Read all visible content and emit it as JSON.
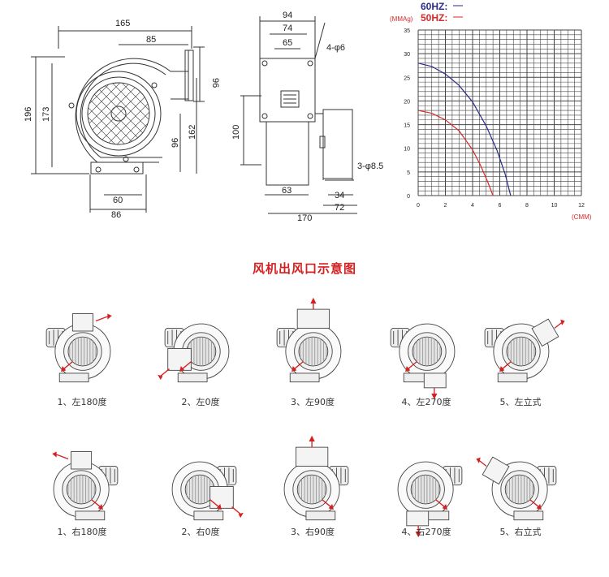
{
  "drawing_front": {
    "dim_165": "165",
    "dim_85": "85",
    "dim_96_top": "96",
    "dim_196": "196",
    "dim_173": "173",
    "dim_96_side": "96",
    "dim_162": "162",
    "dim_60": "60",
    "dim_86": "86"
  },
  "drawing_side": {
    "dim_94": "94",
    "dim_74": "74",
    "dim_65": "65",
    "dim_hole_top": "4-φ6",
    "dim_100": "100",
    "dim_hole_side": "3-φ8.5",
    "dim_63": "63",
    "dim_34": "34",
    "dim_72": "72",
    "dim_170": "170"
  },
  "chart_data": {
    "type": "line",
    "ylabel": "(MMAg)",
    "xlabel": "(CMM)",
    "xlim": [
      0,
      12
    ],
    "ylim": [
      0,
      35
    ],
    "x_ticks": [
      "0",
      "2",
      "4",
      "6",
      "8",
      "10",
      "12"
    ],
    "y_ticks": [
      "0",
      "5",
      "10",
      "15",
      "20",
      "25",
      "30",
      "35"
    ],
    "grid": true,
    "legend": [
      {
        "label": "60HZ:",
        "color": "#2a2a8a"
      },
      {
        "label": "50HZ:",
        "color": "#d42a2a"
      }
    ],
    "series": [
      {
        "name": "60HZ",
        "color": "#2a2a8a",
        "x": [
          0,
          1,
          2,
          3,
          4,
          5,
          5.8,
          6.4,
          6.8
        ],
        "y": [
          28,
          27.3,
          25.7,
          23.3,
          19.8,
          14.7,
          9.5,
          4.5,
          0
        ]
      },
      {
        "name": "50HZ",
        "color": "#d42a2a",
        "x": [
          0,
          1,
          2,
          3,
          4,
          4.6,
          5.1,
          5.5
        ],
        "y": [
          18,
          17.4,
          16,
          13.7,
          9.7,
          6.3,
          3,
          0
        ]
      }
    ]
  },
  "section_title": "风机出风口示意图",
  "outlets_row1": [
    "1、左180度",
    "2、左0度",
    "3、左90度",
    "4、左270度",
    "5、左立式"
  ],
  "outlets_row2": [
    "1、右180度",
    "2、右0度",
    "3、右90度",
    "4、右270度",
    "5、右立式"
  ]
}
